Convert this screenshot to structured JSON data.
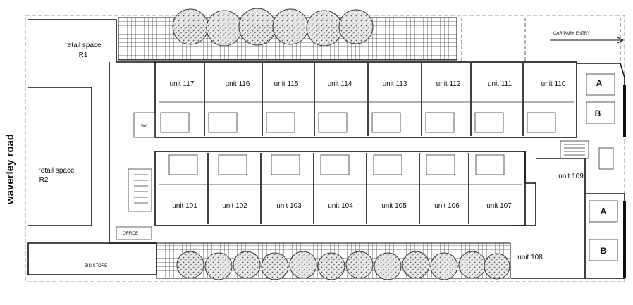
{
  "road_label": "waverley road",
  "car_park_entry": "CAR PARK ENTRY",
  "retail": [
    {
      "line1": "retail space",
      "line2": "R1"
    },
    {
      "line1": "retail space",
      "line2": "R2"
    }
  ],
  "top_units": [
    "unit 117",
    "unit 116",
    "unit 115",
    "unit 114",
    "unit 113",
    "unit 112",
    "unit 111",
    "unit 110"
  ],
  "bottom_units": [
    "unit 101",
    "unit 102",
    "unit 103",
    "unit 104",
    "unit 105",
    "unit 106",
    "unit 107"
  ],
  "unit_109": "unit 109",
  "unit_108": "unit 108",
  "wc": "WC",
  "office": "OFFICE",
  "bin_store": "BIN STORE",
  "marks": {
    "A": "A",
    "B": "B"
  }
}
